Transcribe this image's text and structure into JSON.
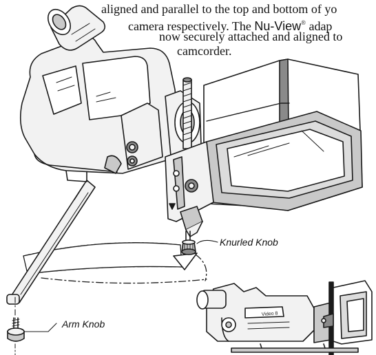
{
  "instructions": {
    "line1": "aligned and parallel to the top and bottom of yo",
    "line2_before": "camera respectively.  The ",
    "brand": "Nu-View",
    "registered": "®",
    "line2_after": " adap",
    "line3": "now securely attached and aligned to",
    "line4": "camcorder."
  },
  "callouts": {
    "knurled_knob": "Knurled Knob",
    "arm_knob": "Arm Knob"
  },
  "inset": {
    "camera_label": "Video 8"
  },
  "colors": {
    "line": "#1a1a1a",
    "fill_light": "#f2f2f2",
    "fill_mid": "#c9c9c9",
    "fill_dark": "#8a8a8a",
    "glass": "#dcdcdc"
  }
}
